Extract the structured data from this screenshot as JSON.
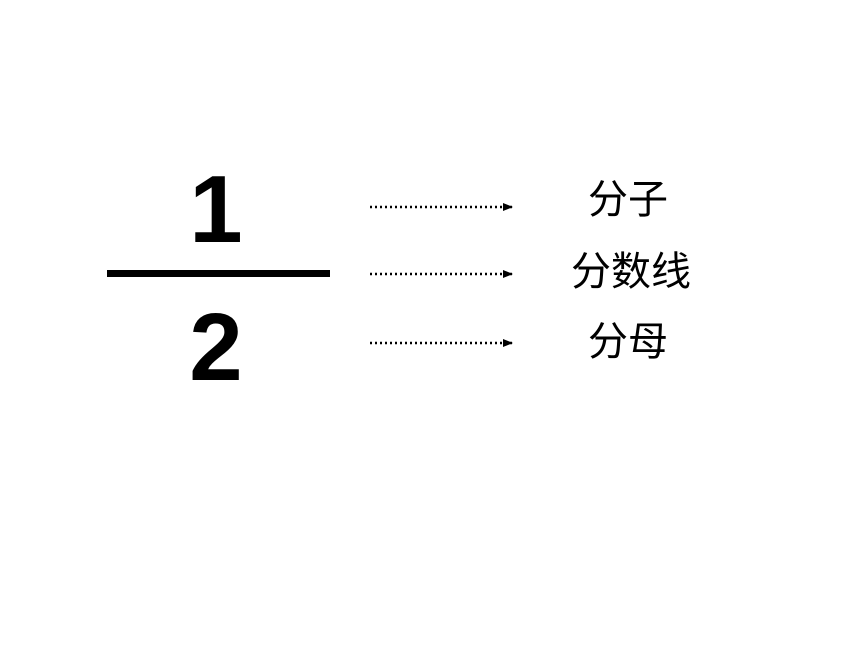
{
  "fraction": {
    "numerator": "1",
    "denominator": "2"
  },
  "labels": {
    "numerator": "分子",
    "fraction_bar": "分数线",
    "denominator": "分母"
  },
  "colors": {
    "background": "#ffffff",
    "ink": "#000000"
  }
}
